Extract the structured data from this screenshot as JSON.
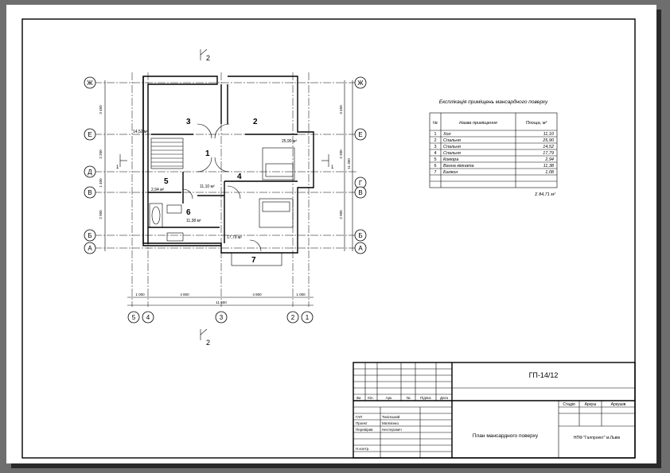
{
  "sheet": {
    "code": "ГП-14/12",
    "title": "План мансардного поверху",
    "org": "НПФ \"Галпроект\" м.Львів",
    "stage_label": "Стадія",
    "sheet_label": "Аркуш",
    "sheets_label": "Аркушів",
    "rev_headers": [
      "Зм.",
      "Кіл.",
      "Арк.",
      "№",
      "Підпис",
      "Дата"
    ],
    "staff": [
      {
        "role": "ГАП",
        "name": "Тихінський"
      },
      {
        "role": "Проект",
        "name": "Матвієнко"
      },
      {
        "role": "Перевірив",
        "name": "Нестерович"
      },
      {
        "role": "",
        "name": ""
      },
      {
        "role": "Н.контр.",
        "name": ""
      }
    ]
  },
  "explication": {
    "title": "Експлікація приміщень мансардного поверху",
    "headers": [
      "№",
      "Назва приміщення",
      "Площа, м²"
    ],
    "rows": [
      [
        "1",
        "Хол",
        "11,10"
      ],
      [
        "2",
        "Спальня",
        "25,90"
      ],
      [
        "3",
        "Спальня",
        "14,52"
      ],
      [
        "4",
        "Спальня",
        "17,79"
      ],
      [
        "5",
        "Комора",
        "2,94"
      ],
      [
        "6",
        "Ванна кімната",
        "11,38"
      ],
      [
        "7",
        "Балкон",
        "1,08"
      ]
    ],
    "total": "Σ 84,71 м²"
  },
  "plan": {
    "section_mark": "2",
    "rooms": [
      {
        "num": "1",
        "area": "11,10 м²"
      },
      {
        "num": "2",
        "area": "25,90 м²"
      },
      {
        "num": "3",
        "area": "14,52 м²"
      },
      {
        "num": "4",
        "area": "17,79 м²"
      },
      {
        "num": "5",
        "area": "2,94 м²"
      },
      {
        "num": "6",
        "area": "11,38 м²"
      },
      {
        "num": "7",
        "area": ""
      }
    ],
    "axes_letters": [
      "Ж",
      "Е",
      "Д",
      "В",
      "Б",
      "А"
    ],
    "axes_letter_right_extra": "Г",
    "axes_numbers": [
      "5",
      "4",
      "3",
      "2",
      "1"
    ],
    "dims_bottom": [
      "1 000",
      "4 800",
      "4 800",
      "1 000"
    ],
    "dim_total": "11 600",
    "dims_left": [
      "3 450",
      "2 200",
      "1 400",
      "2 900"
    ],
    "dims_right": [
      "3 450",
      "2 200",
      "2 900"
    ],
    "dim_right_total": "11 350",
    "small_mark": "1"
  }
}
